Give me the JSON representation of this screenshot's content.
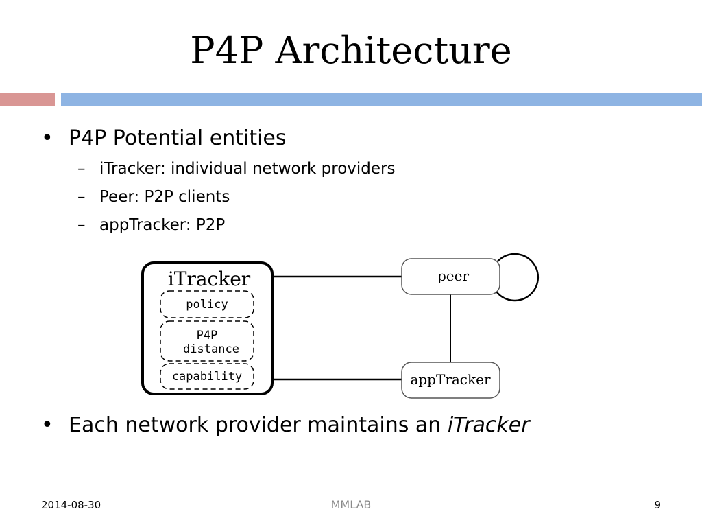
{
  "slide": {
    "title": "P4P Architecture",
    "accent_left_color": "#d99694",
    "accent_right_color": "#8eb4e3"
  },
  "bullets": [
    {
      "text": "P4P Potential entities",
      "sub": [
        "iTracker: individual network providers",
        "Peer: P2P clients",
        "appTracker: P2P"
      ]
    },
    {
      "text_prefix": "Each network provider maintains an ",
      "text_emph": "iTracker"
    }
  ],
  "diagram": {
    "itracker_title": "iTracker",
    "modules": [
      "policy",
      "P4P",
      "distance",
      "capability"
    ],
    "peer_label": "peer",
    "apptracker_label": "appTracker"
  },
  "footer": {
    "date": "2014-08-30",
    "center": "MMLAB",
    "page": "9"
  }
}
